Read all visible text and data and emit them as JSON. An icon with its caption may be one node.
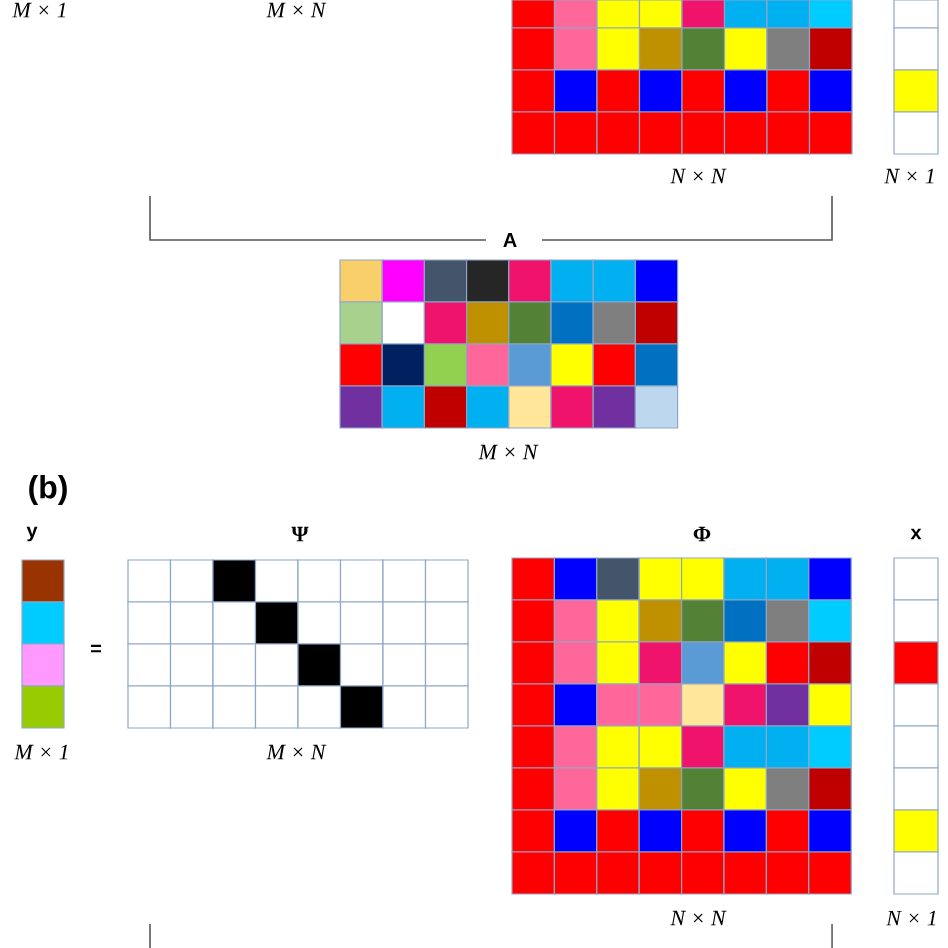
{
  "diagram": {
    "labels": [
      "M × 1",
      "M × N",
      "N × N",
      "N × 1",
      "A",
      "M × N",
      "(b)",
      "y",
      "Ψ",
      "Φ",
      "x",
      "=",
      "M × 1",
      "M × N",
      "N × N",
      "N × 1"
    ]
  }
}
